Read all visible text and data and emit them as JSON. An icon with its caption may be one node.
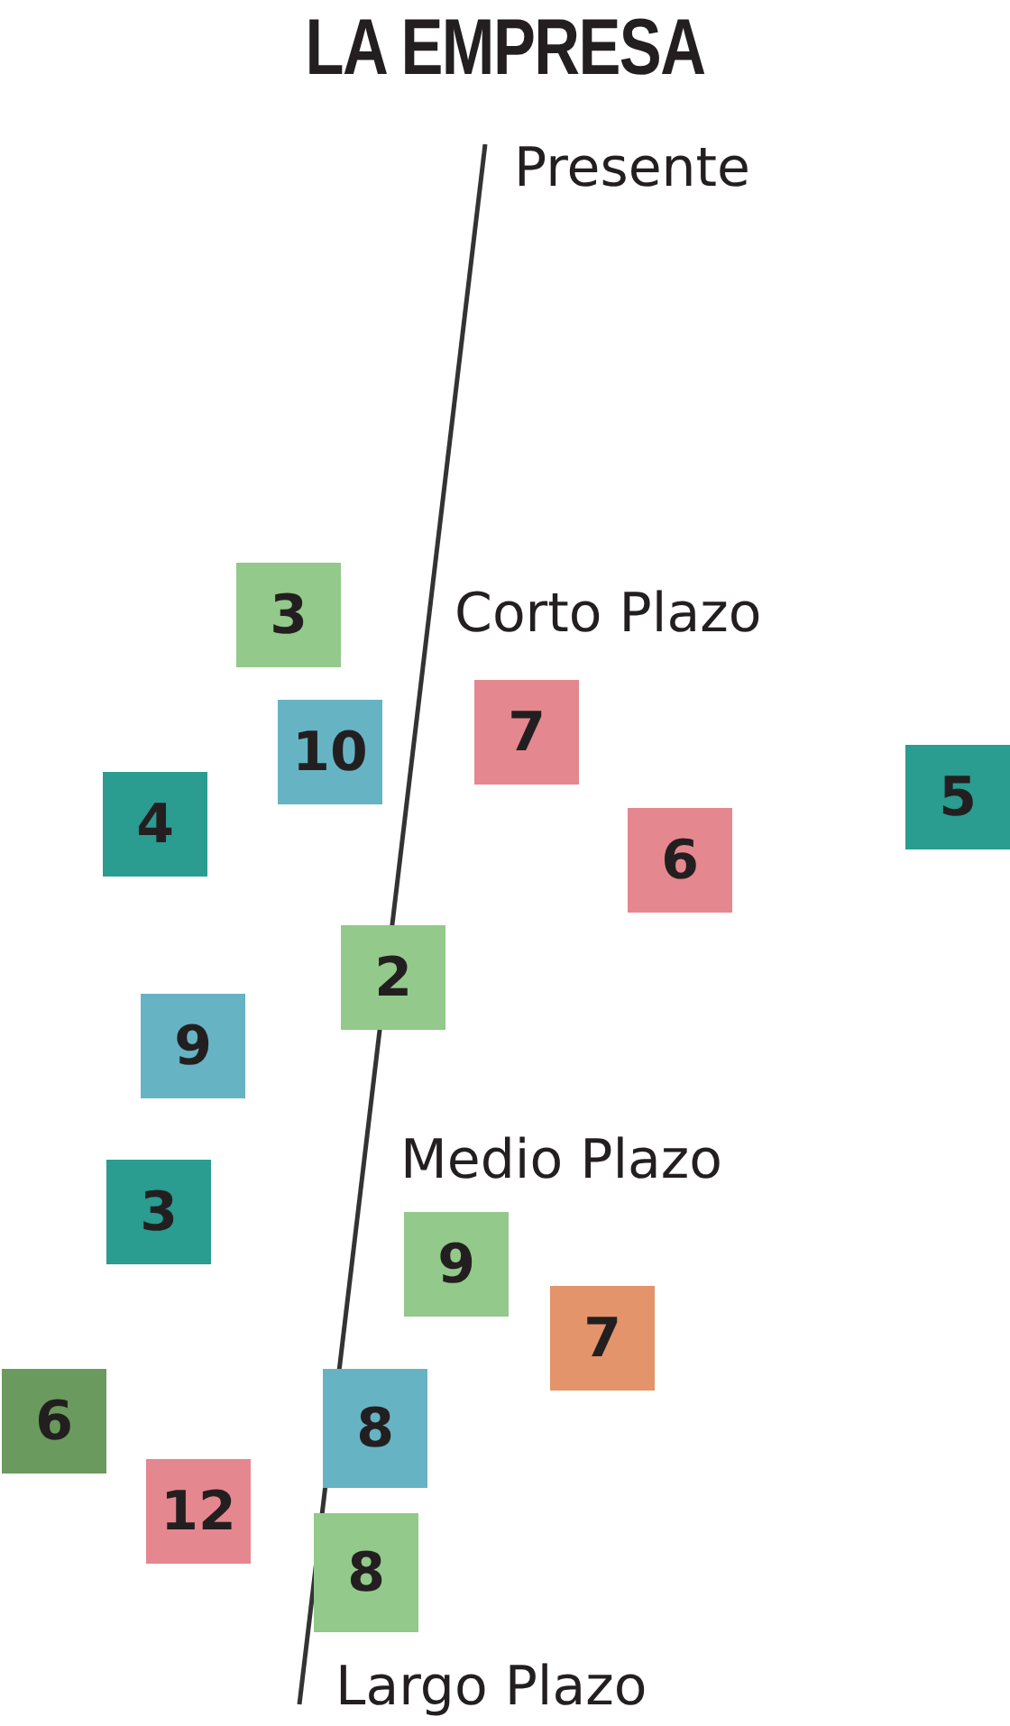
{
  "diagram": {
    "title": "LA EMPRESA",
    "nodes": [
      {
        "text": [
          "3"
        ]
      },
      {
        "text": [
          "10"
        ]
      },
      {
        "text": [
          "7"
        ]
      },
      {
        "text": [
          "4"
        ]
      },
      {
        "text": [
          "5"
        ]
      },
      {
        "text": [
          "6"
        ]
      },
      {
        "text": [
          "2"
        ]
      },
      {
        "text": [
          "9"
        ]
      },
      {
        "text": [
          "3"
        ]
      },
      {
        "text": [
          "9"
        ]
      },
      {
        "text": [
          "7"
        ]
      },
      {
        "text": [
          "6"
        ]
      },
      {
        "text": [
          "8"
        ]
      },
      {
        "text": [
          "12"
        ]
      },
      {
        "text": [
          "8"
        ]
      }
    ],
    "labels": [
      "Presente",
      "Corto Plazo",
      "Medio Plazo",
      "Largo Plazo"
    ]
  }
}
